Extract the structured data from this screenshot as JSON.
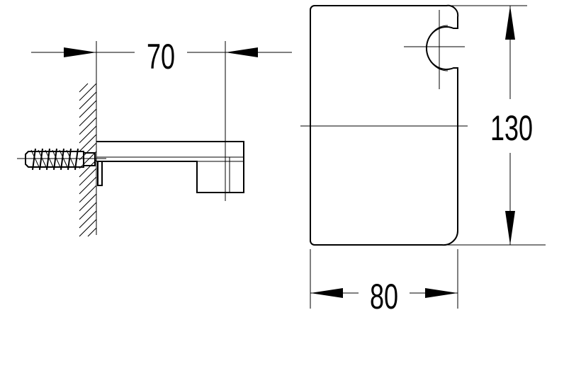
{
  "dimensions": {
    "depth": "70",
    "height": "130",
    "width": "80"
  }
}
